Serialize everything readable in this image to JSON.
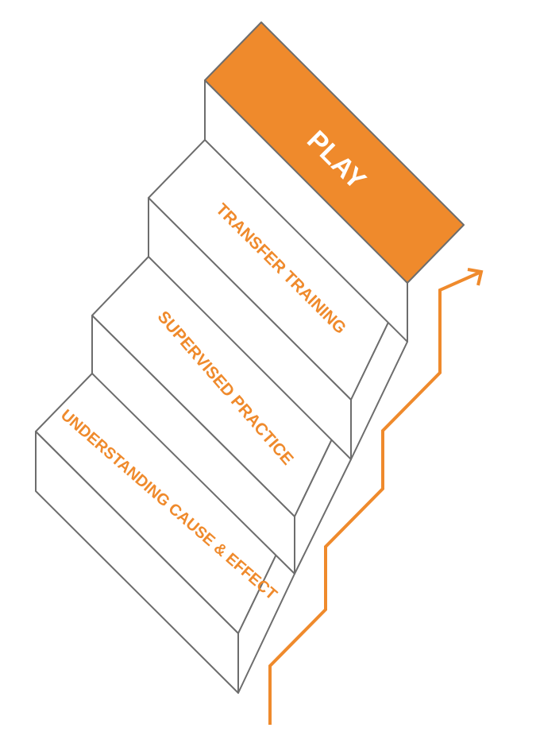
{
  "diagram": {
    "steps": [
      {
        "label": "UNDERSTANDING CAUSE & EFFECT",
        "highlighted": false
      },
      {
        "label": "SUPERVISED PRACTICE",
        "highlighted": false
      },
      {
        "label": "TRANSFER TRAINING",
        "highlighted": false
      },
      {
        "label": "PLAY",
        "highlighted": true
      }
    ],
    "colors": {
      "accent": "#ef8a2c",
      "outline": "#6d6d6d",
      "label_text": "#ef8a2c",
      "highlight_text": "#ffffff",
      "background": "#ffffff"
    },
    "arrow_direction": "up-right"
  }
}
